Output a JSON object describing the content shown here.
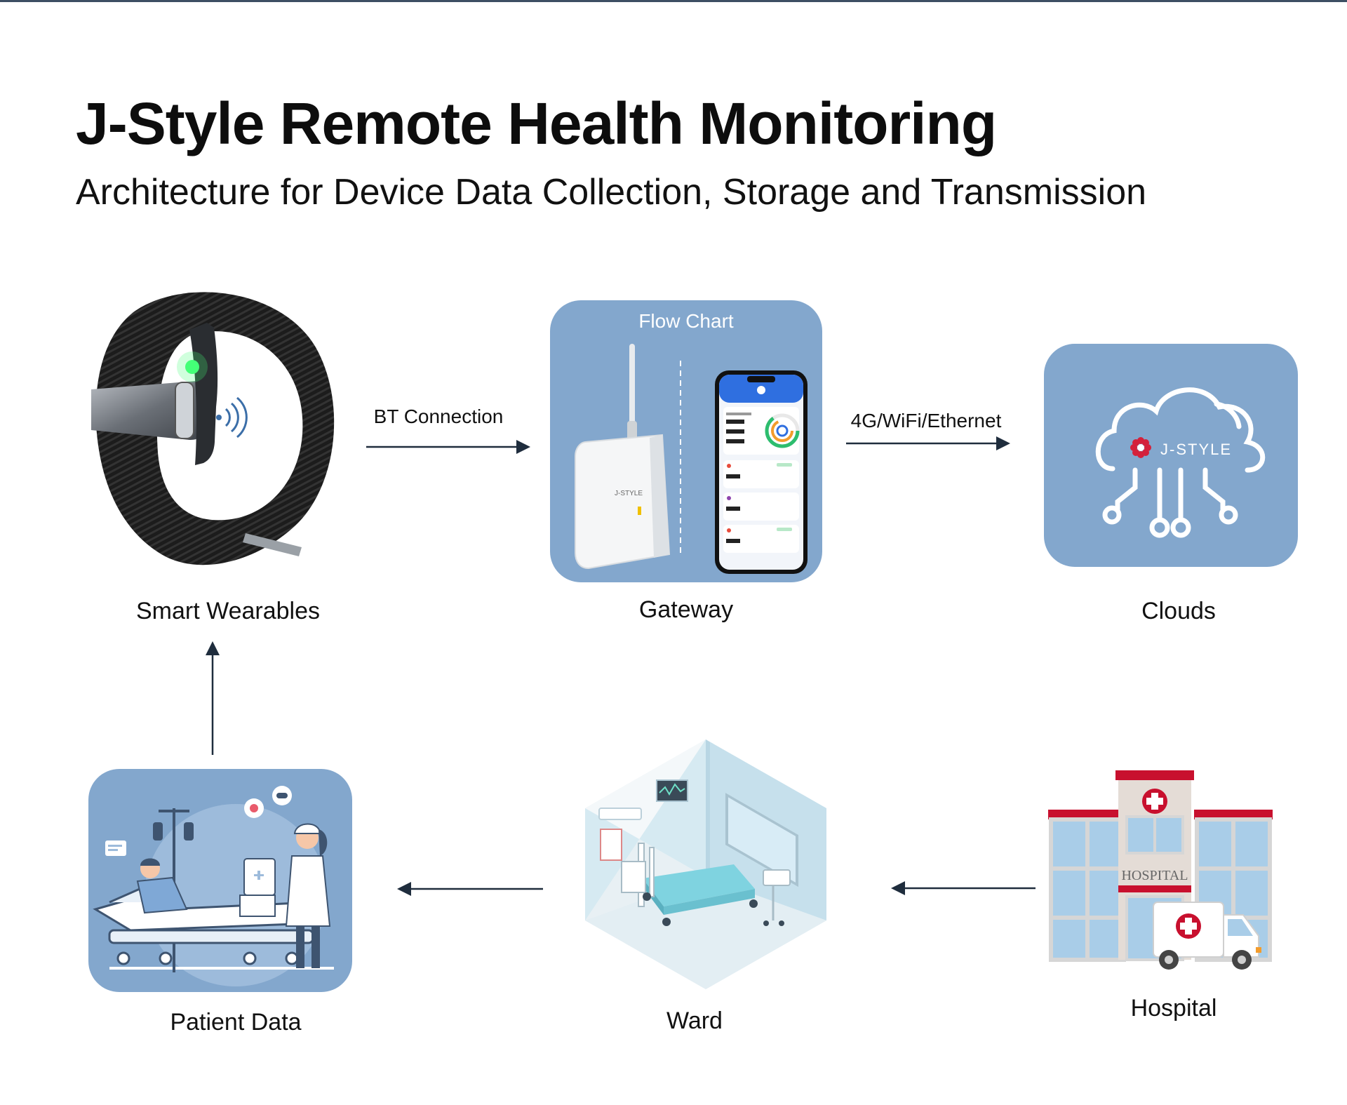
{
  "header": {
    "title": "J-Style Remote Health Monitoring",
    "subtitle": "Architecture for Device Data Collection, Storage and Transmission"
  },
  "nodes": {
    "smart_wearables": "Smart Wearables",
    "gateway": "Gateway",
    "gateway_panel_title": "Flow Chart",
    "gateway_device_brand": "J-STYLE",
    "clouds": "Clouds",
    "cloud_brand": "J-STYLE",
    "hospital": "Hospital",
    "hospital_sign": "HOSPITAL",
    "ward": "Ward",
    "patient_data": "Patient Data"
  },
  "edges": {
    "wearable_to_gateway": "BT Connection",
    "gateway_to_clouds": "4G/WiFi/Ethernet"
  },
  "colors": {
    "tile_blue": "#83a7cd",
    "arrow": "#1f2d3d",
    "hospital_red": "#c8102e",
    "glass_blue": "#a9cde8"
  }
}
